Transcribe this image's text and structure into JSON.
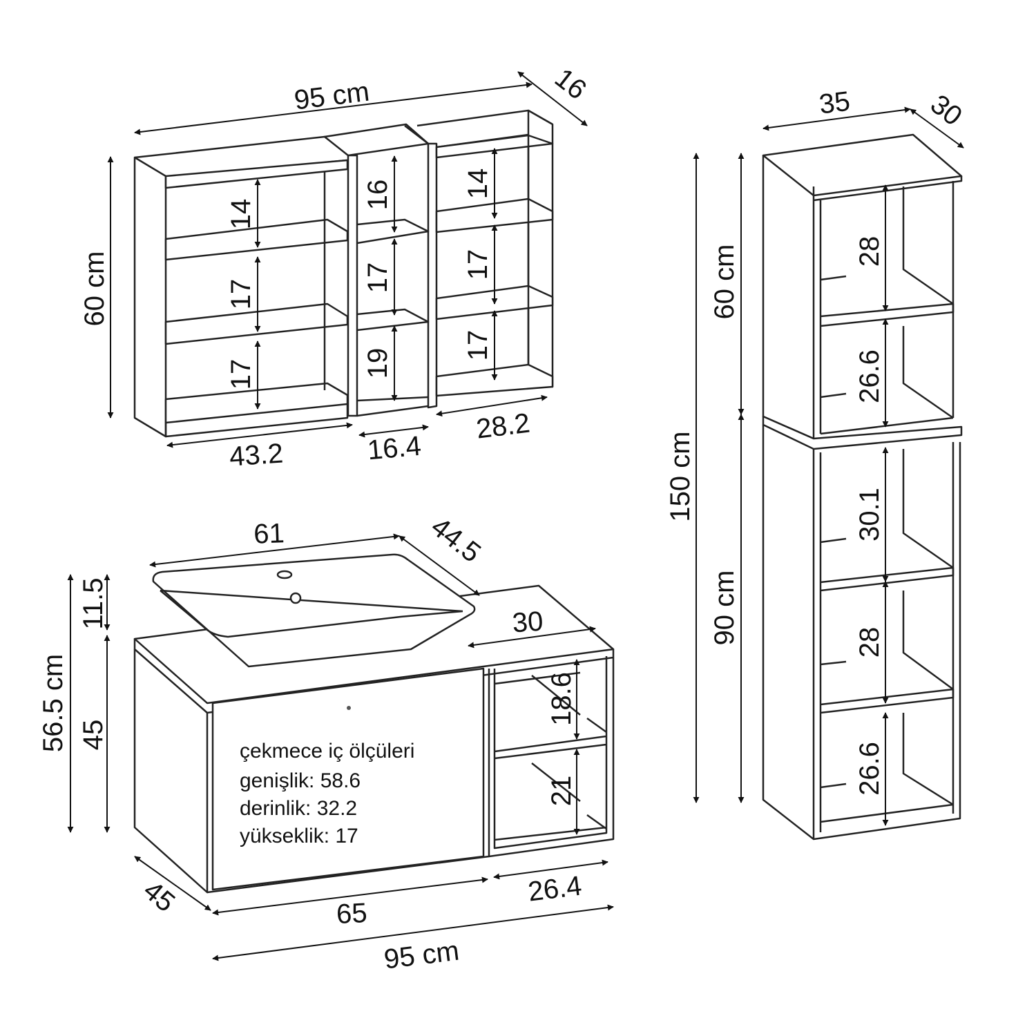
{
  "mirror_cabinet": {
    "width": "95 cm",
    "depth": "16",
    "height": "60 cm",
    "left_shelves": [
      "14",
      "17",
      "17"
    ],
    "middle_shelves": [
      "16",
      "17",
      "19"
    ],
    "right_shelves": [
      "14",
      "17",
      "17"
    ],
    "bottom_widths": [
      "43.2",
      "16.4",
      "28.2"
    ]
  },
  "vanity": {
    "basin_width": "61",
    "basin_depth": "44.5",
    "basin_height": "11.5",
    "total_height": "56.5 cm",
    "body_height": "45",
    "side_shelf_depth": "30",
    "side_shelves": [
      "18.6",
      "21"
    ],
    "depth": "45",
    "drawer_width": "65",
    "side_width": "26.4",
    "total_width": "95 cm",
    "drawer_note": {
      "title": "çekmece iç ölçüleri",
      "width": "genişlik: 58.6",
      "depth": "derinlik: 32.2",
      "height": "yükseklik: 17"
    }
  },
  "tall_cabinet": {
    "width": "35",
    "depth": "30",
    "total_height": "150 cm",
    "upper_height": "60 cm",
    "lower_height": "90 cm",
    "upper_shelves": [
      "28",
      "26.6"
    ],
    "lower_shelves": [
      "30.1",
      "28",
      "26.6"
    ]
  }
}
